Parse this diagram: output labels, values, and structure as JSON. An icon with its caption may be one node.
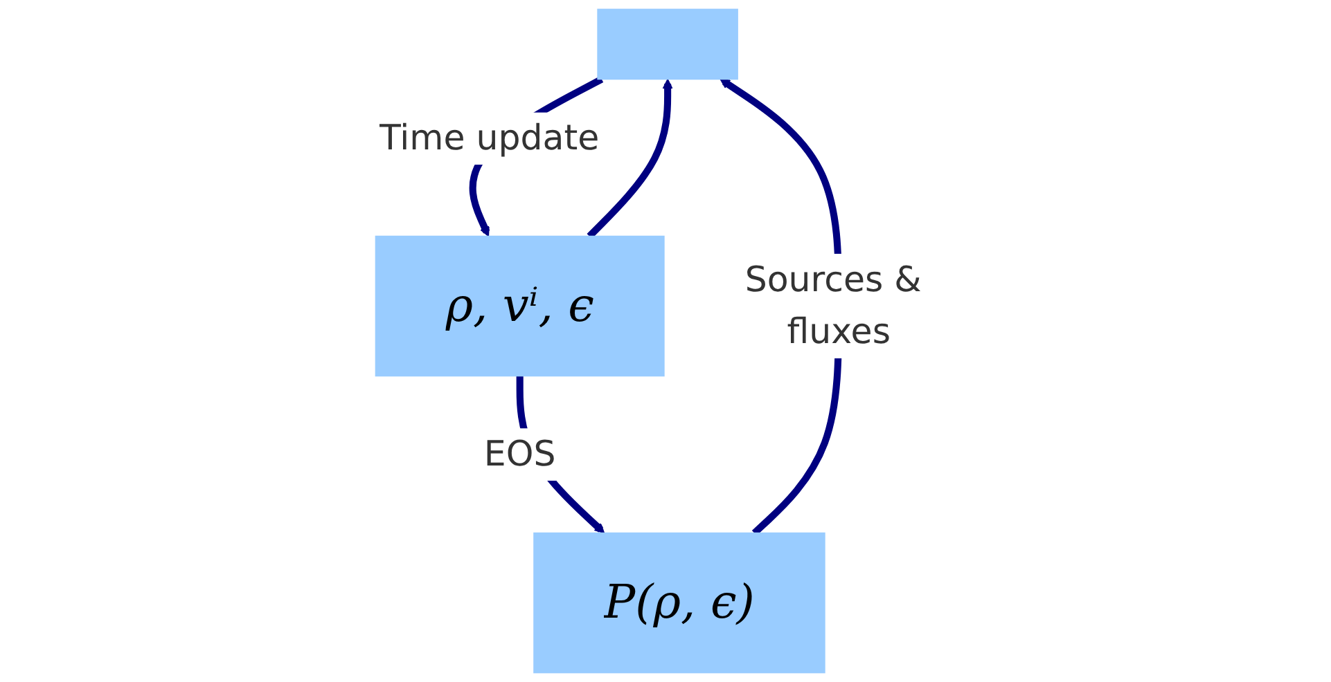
{
  "diagram": {
    "nodes": [
      {
        "text": [],
        "shape": "box"
      },
      {
        "text": [
          "ρ, vⁱ, ϵ"
        ]
      },
      {
        "text": [
          "P(ρ, ϵ)"
        ]
      }
    ],
    "edges": [
      {
        "from": 0,
        "to": 1,
        "arrow": "to",
        "label": "Time update"
      },
      {
        "from": 1,
        "to": 2,
        "arrow": "to",
        "label": "EOS"
      },
      {
        "from": 2,
        "to": 0,
        "arrow": "to",
        "label": "Sources & fluxes"
      },
      {
        "from": 1,
        "to": 0,
        "arrow": "to"
      }
    ]
  }
}
